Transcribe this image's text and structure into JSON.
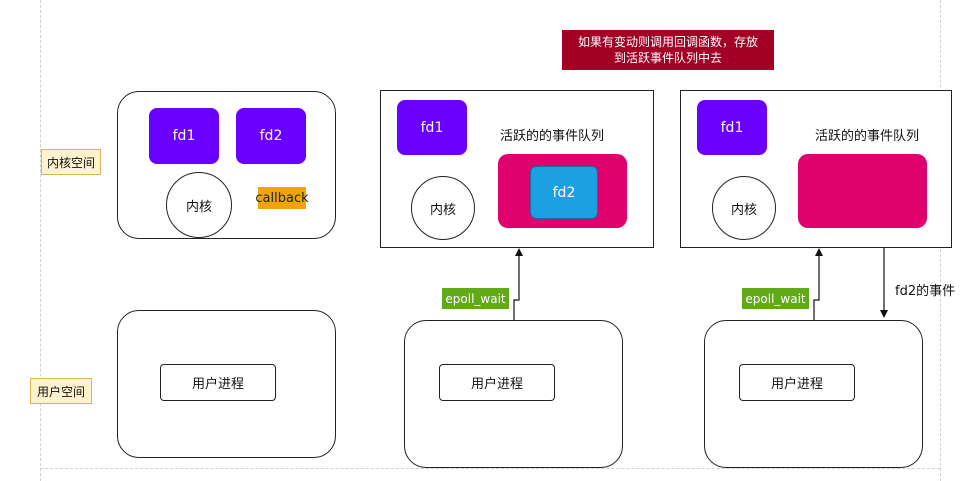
{
  "labels": {
    "kernel_space": "内核空间",
    "user_space": "用户空间"
  },
  "panel1": {
    "fd1": "fd1",
    "fd2": "fd2",
    "kernel": "内核",
    "callback": "callback",
    "user_process": "用户进程"
  },
  "panel2": {
    "note_line1": "如果有变动则调用回调函数，存放",
    "note_line2": "到活跃事件队列中去",
    "fd1": "fd1",
    "queue_title": "活跃的的事件队列",
    "kernel": "内核",
    "fd2": "fd2",
    "epoll_wait": "epoll_wait",
    "user_process": "用户进程"
  },
  "panel3": {
    "fd1": "fd1",
    "queue_title": "活跃的的事件队列",
    "kernel": "内核",
    "epoll_wait": "epoll_wait",
    "fd2_event": "fd2的事件",
    "user_process": "用户进程"
  },
  "colors": {
    "fd_purple": "#6a00ff",
    "queue_magenta": "#e0006e",
    "fd2_blue": "#1ba1e2",
    "callback_orange": "#f0a30a",
    "note_red": "#a20025",
    "epoll_green": "#60a917",
    "side_label_yellow": "#fff2cc"
  }
}
